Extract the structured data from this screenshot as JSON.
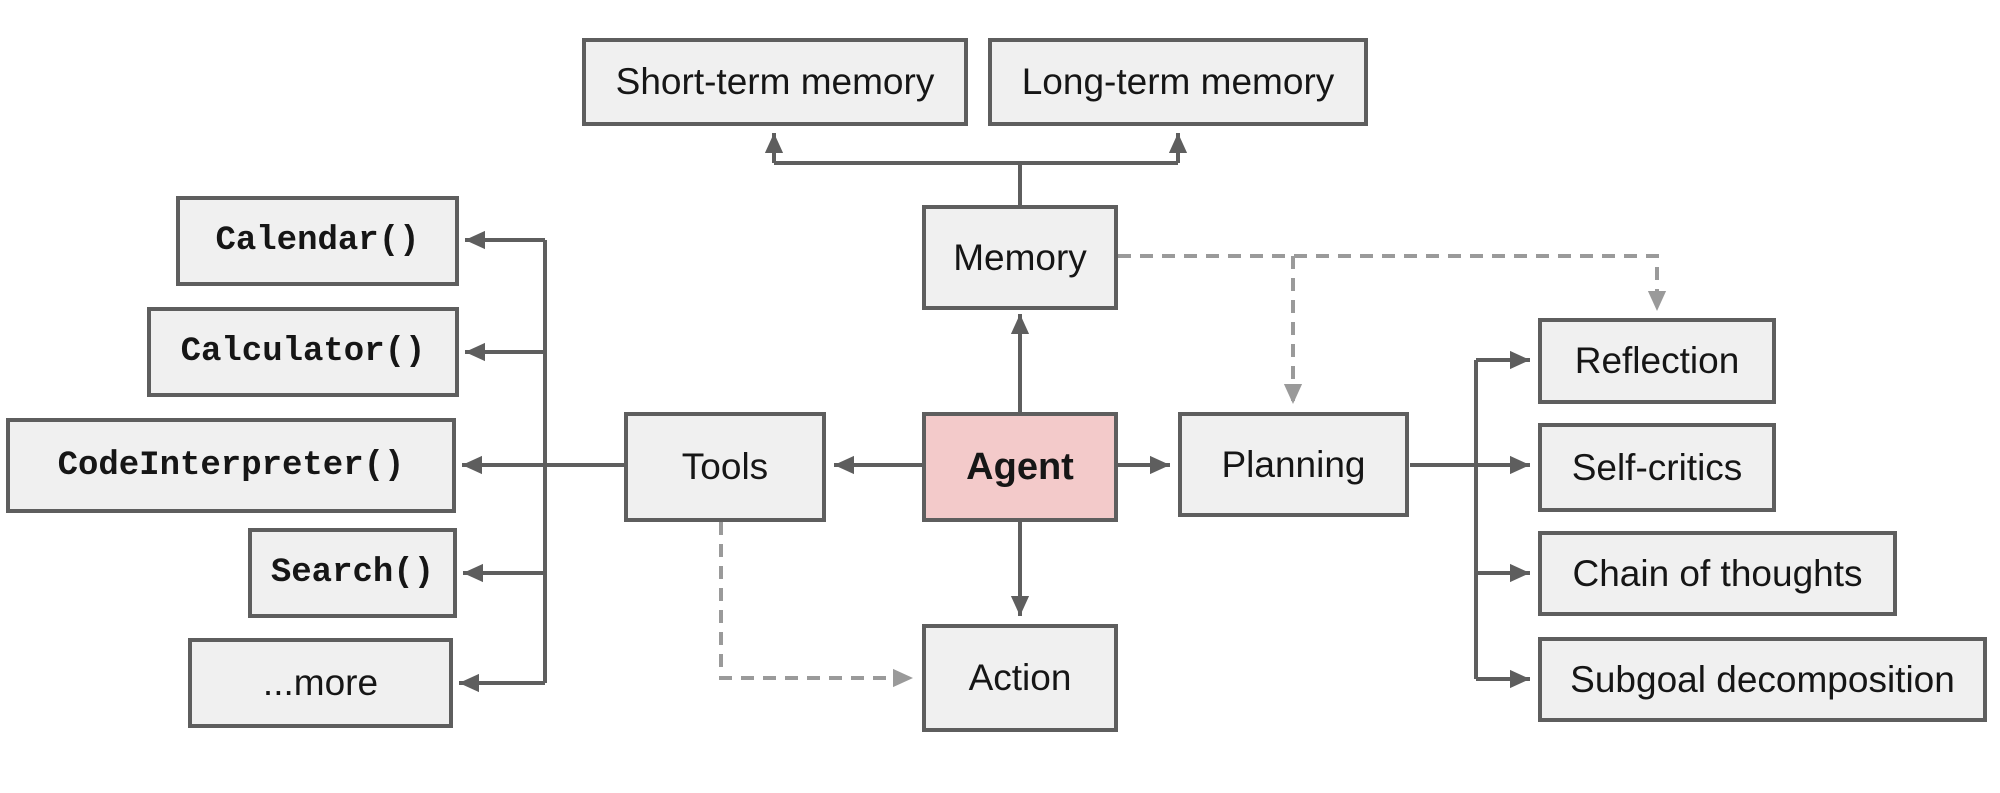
{
  "colors": {
    "bg": "#ffffff",
    "node-fill": "#f0f0f0",
    "node-border": "#5e5e5e",
    "agent-fill": "#f3caca",
    "arrow": "#5e5e5e",
    "dashed-arrow": "#9a9a9a",
    "text": "#161616"
  },
  "nodes": {
    "agent": {
      "label": "Agent"
    },
    "memory": {
      "label": "Memory"
    },
    "tools": {
      "label": "Tools"
    },
    "planning": {
      "label": "Planning"
    },
    "action": {
      "label": "Action"
    },
    "short_term_memory": {
      "label": "Short-term memory"
    },
    "long_term_memory": {
      "label": "Long-term memory"
    }
  },
  "tool_items": [
    {
      "label": "Calendar()"
    },
    {
      "label": "Calculator()"
    },
    {
      "label": "CodeInterpreter()"
    },
    {
      "label": "Search()"
    },
    {
      "label": "...more"
    }
  ],
  "planning_items": [
    {
      "label": "Reflection"
    },
    {
      "label": "Self-critics"
    },
    {
      "label": "Chain of thoughts"
    },
    {
      "label": "Subgoal decomposition"
    }
  ]
}
